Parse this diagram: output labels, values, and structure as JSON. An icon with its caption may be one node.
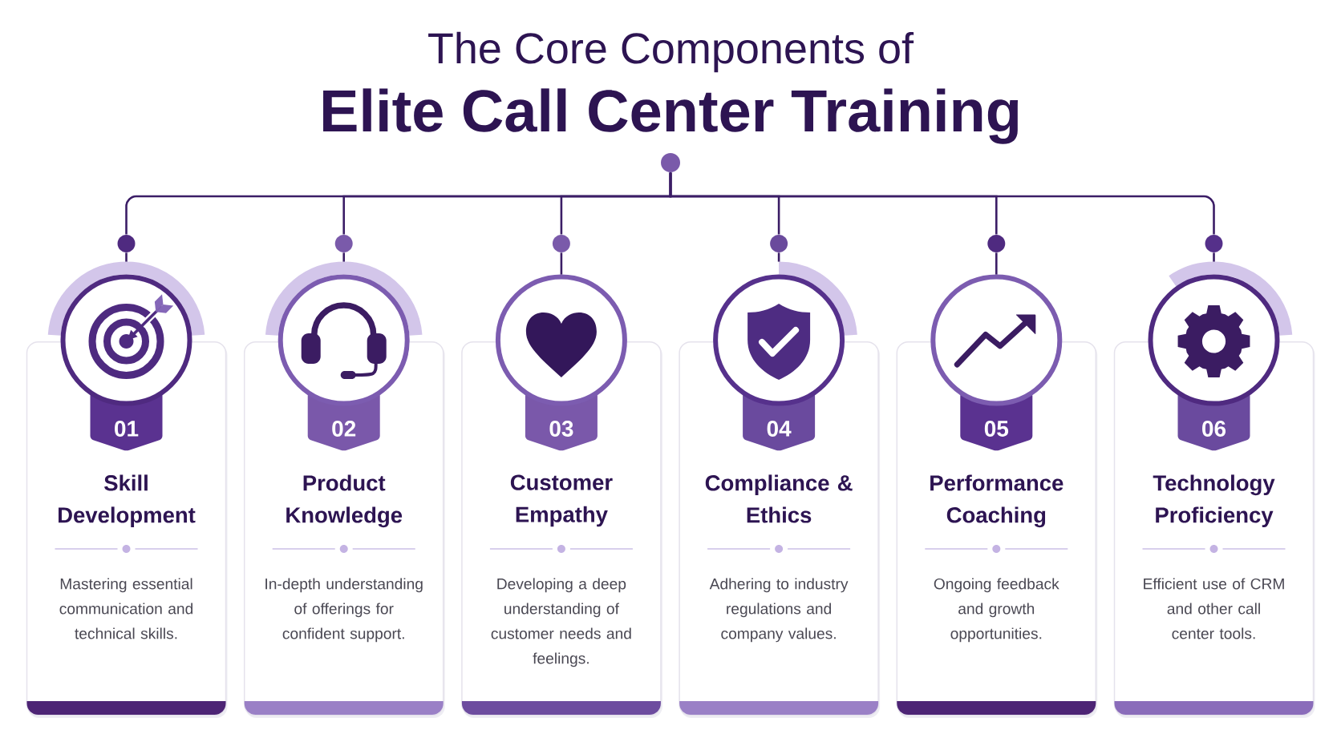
{
  "diagram": {
    "title": "Elite Call Center Training",
    "nodes": [
      {
        "text": [],
        "shape": "circle"
      },
      {
        "text": [],
        "shape": "circle"
      },
      {
        "text": [],
        "shape": "circle"
      },
      {
        "text": [
          "Skill Development",
          "Mastering essential communication and technical skills."
        ]
      },
      {
        "text": [
          "01"
        ],
        "in": 3
      },
      {
        "text": [],
        "shape": "circle"
      },
      {
        "text": [],
        "shape": "circle"
      },
      {
        "text": [
          "Product Knowledge",
          "In-depth understanding of offerings for confident support."
        ]
      },
      {
        "text": [
          "02"
        ],
        "in": 7
      },
      {
        "text": [],
        "shape": "circle"
      },
      {
        "text": [],
        "shape": "circle"
      },
      {
        "text": [
          "Customer Empathy",
          "Developing a deep understanding of customer needs and feelings."
        ]
      },
      {
        "text": [
          "03"
        ],
        "in": 11
      },
      {
        "text": [],
        "shape": "circle"
      },
      {
        "text": [],
        "shape": "circle"
      },
      {
        "text": [
          "Compliance & Ethics",
          "Adhering to industry regulations and company values."
        ]
      },
      {
        "text": [
          "04"
        ],
        "in": 15
      },
      {
        "text": [],
        "shape": "circle"
      },
      {
        "text": [],
        "shape": "circle"
      },
      {
        "text": [
          "Performance Coaching",
          "Ongoing feedback and growth opportunities."
        ]
      },
      {
        "text": [
          "05"
        ],
        "in": 19
      },
      {
        "text": [],
        "shape": "circle"
      },
      {
        "text": [],
        "shape": "circle"
      },
      {
        "text": [
          "Technology Proficiency",
          "Efficient use of CRM and other call center tools."
        ]
      },
      {
        "text": [
          "06"
        ],
        "in": 23
      }
    ],
    "edges": [
      {
        "from": 0,
        "to": 1,
        "arrow": "none"
      },
      {
        "from": 0,
        "to": 5,
        "arrow": "none"
      },
      {
        "from": 0,
        "to": 9,
        "arrow": "none"
      },
      {
        "from": 0,
        "to": 13,
        "arrow": "none"
      },
      {
        "from": 0,
        "to": 17,
        "arrow": "none"
      },
      {
        "from": 0,
        "to": 21,
        "arrow": "none"
      },
      {
        "from": 1,
        "to": 2,
        "arrow": "none"
      },
      {
        "from": 5,
        "to": 6,
        "arrow": "none"
      },
      {
        "from": 9,
        "to": 10,
        "arrow": "none"
      },
      {
        "from": 13,
        "to": 14,
        "arrow": "none"
      },
      {
        "from": 17,
        "to": 18,
        "arrow": "none"
      },
      {
        "from": 21,
        "to": 22,
        "arrow": "none"
      }
    ],
    "labels": [
      "The Core Components of"
    ]
  }
}
